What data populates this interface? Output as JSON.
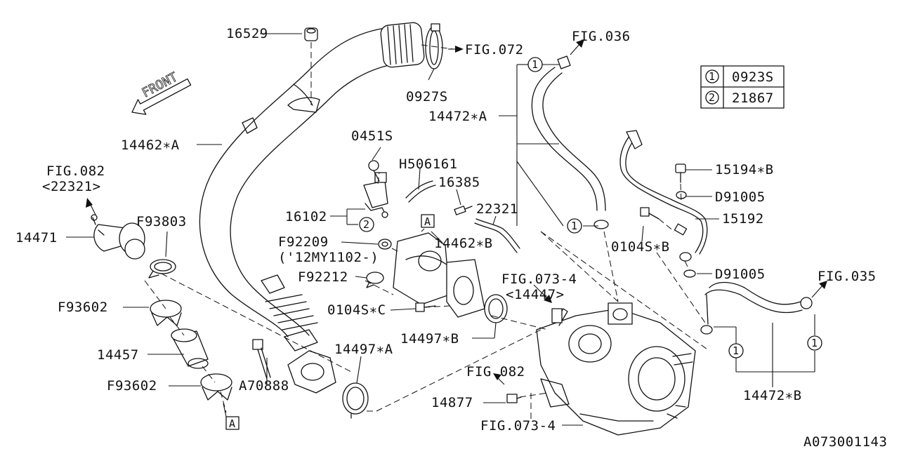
{
  "figure_id": "A073001143",
  "direction_indicator": "FRONT",
  "legend": [
    {
      "symbol": "1",
      "part": "0923S"
    },
    {
      "symbol": "2",
      "part": "21867"
    }
  ],
  "callouts": {
    "p16529": "16529",
    "fig072": "FIG.072",
    "p0927s": "0927S",
    "fig036": "FIG.036",
    "p14472a": "14472∗A",
    "p14462a": "14462∗A",
    "fig082a": "FIG.082",
    "fig082a_sub": "<22321>",
    "p14471": "14471",
    "pF93803": "F93803",
    "p0451s": "0451S",
    "pH506161": "H506161",
    "p16385": "16385",
    "p22321": "22321",
    "p16102": "16102",
    "pF92209": "F92209",
    "pF92209_sub": "('12MY1102-)",
    "p14462b": "14462∗B",
    "pF92212": "F92212",
    "p0104sc": "0104S∗C",
    "fig073a": "FIG.073-4",
    "fig073a_sub": "<14447>",
    "p14497b": "14497∗B",
    "pF93602a": "F93602",
    "p14457": "14457",
    "pF93602b": "F93602",
    "pA70888": "A70888",
    "p14497a": "14497∗A",
    "fig082b": "FIG.082",
    "p14877": "14877",
    "fig073b": "FIG.073-4",
    "p15194b": "15194∗B",
    "pD91005a": "D91005",
    "p15192": "15192",
    "p0104sb": "0104S∗B",
    "pD91005b": "D91005",
    "fig035": "FIG.035",
    "p14472b": "14472∗B",
    "refA1": "A",
    "refA2": "A",
    "circ1a": "1",
    "circ1b": "1",
    "circ1c": "1",
    "circ1d": "1",
    "circ2": "2"
  }
}
